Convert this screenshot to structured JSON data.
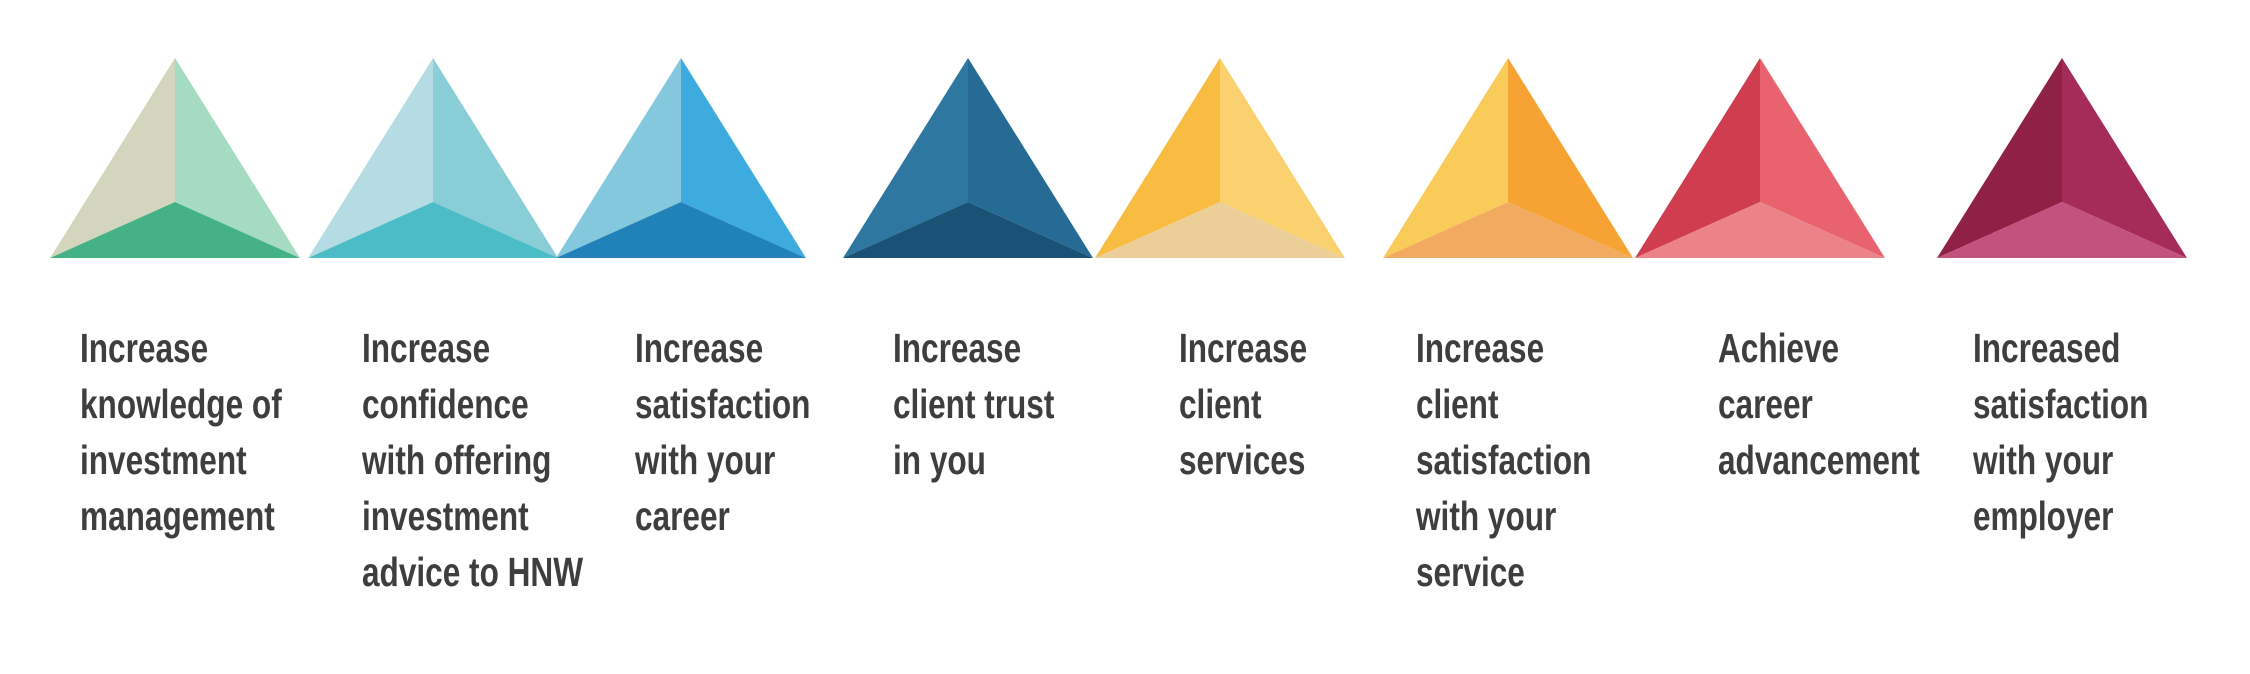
{
  "canvas": {
    "background_color": "#ffffff",
    "text_color": "#3e3e40"
  },
  "items": [
    {
      "id": "increase-knowledge-investment-management",
      "label": "Increase\nknowledge of\ninvestment\nmanagement",
      "triangle_colors": {
        "left_face": "#d3d6bd",
        "right_face": "#a5dcc1",
        "bottom_face": "#45b286"
      }
    },
    {
      "id": "increase-confidence-investment-advice-hnw",
      "label": "Increase\nconfidence\nwith offering\ninvestment\nadvice to HNW",
      "triangle_colors": {
        "left_face": "#b4dce2",
        "right_face": "#89cdd6",
        "bottom_face": "#4cbcc7"
      }
    },
    {
      "id": "increase-satisfaction-career",
      "label": "Increase\nsatisfaction\nwith your\ncareer",
      "triangle_colors": {
        "left_face": "#83c8dc",
        "right_face": "#3dabde",
        "bottom_face": "#2082b8"
      }
    },
    {
      "id": "increase-client-trust",
      "label": "Increase\nclient trust\nin you",
      "triangle_colors": {
        "left_face": "#2e77a1",
        "right_face": "#266b94",
        "bottom_face": "#1a5276"
      }
    },
    {
      "id": "increase-client-services",
      "label": "Increase\nclient\nservices",
      "triangle_colors": {
        "left_face": "#f8bc41",
        "right_face": "#fbd06e",
        "bottom_face": "#eccf98"
      }
    },
    {
      "id": "increase-client-satisfaction-service",
      "label": "Increase\nclient\nsatisfaction\nwith your\nservice",
      "triangle_colors": {
        "left_face": "#f9cb58",
        "right_face": "#f6a333",
        "bottom_face": "#f2aa60"
      }
    },
    {
      "id": "achieve-career-advancement",
      "label": "Achieve\ncareer\nadvancement",
      "triangle_colors": {
        "left_face": "#cf3d4f",
        "right_face": "#e9636f",
        "bottom_face": "#ec838b"
      }
    },
    {
      "id": "increased-satisfaction-employer",
      "label": "Increased\nsatisfaction\nwith your\nemployer",
      "triangle_colors": {
        "left_face": "#8e2145",
        "right_face": "#a52c59",
        "bottom_face": "#c2537e"
      }
    }
  ]
}
